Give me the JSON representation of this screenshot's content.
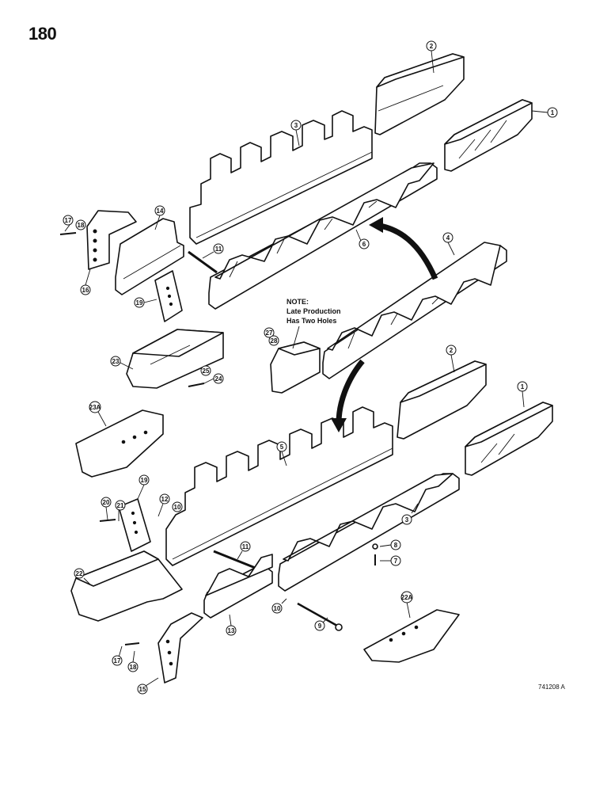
{
  "page_number": "180",
  "note": {
    "heading": "NOTE:",
    "line1": "Late Production",
    "line2": "Has Two Holes"
  },
  "drawing_number": "741208 A",
  "callouts": {
    "c1a": "1",
    "c2a": "2",
    "c3a": "3",
    "c4": "4",
    "c6": "6",
    "c14": "14",
    "c11a": "11",
    "c17a": "17",
    "c18a": "18",
    "c16": "16",
    "c19a": "19",
    "c23": "23",
    "c25": "25",
    "c24": "24",
    "c27": "27",
    "c28": "28",
    "c2b": "2",
    "c1b": "1",
    "c5": "5",
    "c23a": "23A",
    "c19b": "19",
    "c20": "20",
    "c21": "21",
    "c12": "12",
    "c10a": "10",
    "c3b": "3",
    "c8": "8",
    "c7": "7",
    "c11b": "11",
    "c22": "22",
    "c13": "13",
    "c10b": "10",
    "c9": "9",
    "c22a": "22A",
    "c17b": "17",
    "c18b": "18",
    "c15": "15"
  }
}
